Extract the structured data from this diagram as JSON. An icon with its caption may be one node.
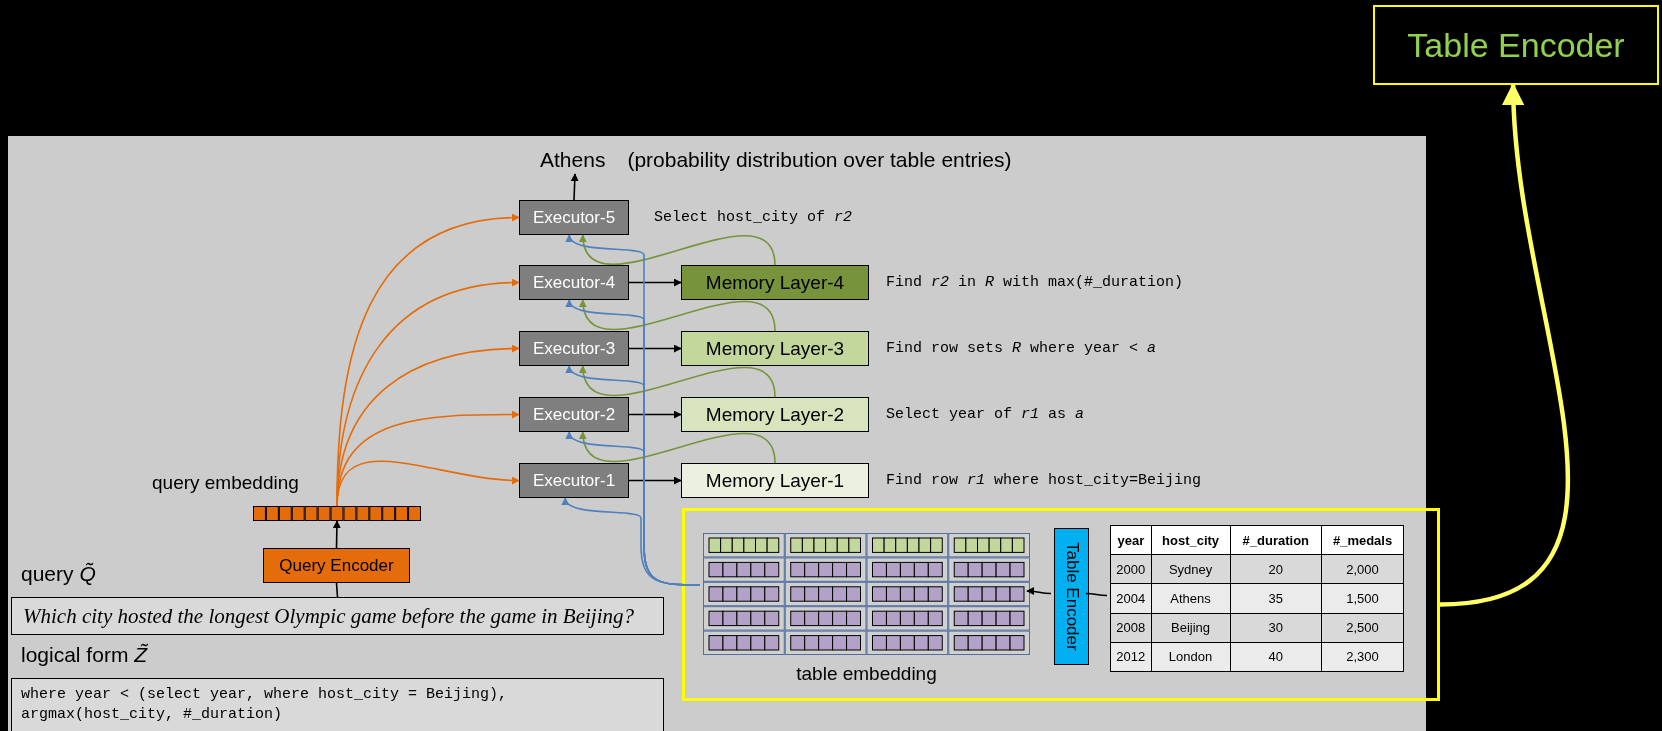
{
  "diagram": {
    "nodes": [
      {
        "text": [
          "Table Encoder"
        ]
      },
      {
        "text": [
          "Athens",
          "(probability distribution over table entries)"
        ]
      },
      {
        "text": [
          "Executor-5"
        ],
        "beside": [
          "Select host_city of *r2*"
        ]
      },
      {
        "text": [
          "Executor-4"
        ]
      },
      {
        "text": [
          "Memory Layer-4"
        ],
        "beside": [
          "Find *r2* in *R* with max(#_duration)"
        ]
      },
      {
        "text": [
          "Executor-3"
        ]
      },
      {
        "text": [
          "Memory Layer-3"
        ],
        "beside": [
          "Find row sets *R* where year < *a*"
        ]
      },
      {
        "text": [
          "Executor-2"
        ]
      },
      {
        "text": [
          "Memory Layer-2"
        ],
        "beside": [
          "Select year of *r1* as *a*"
        ]
      },
      {
        "text": [
          "query embedding"
        ]
      },
      {
        "text": [
          "Executor-1"
        ]
      },
      {
        "text": [
          "Memory Layer-1"
        ],
        "beside": [
          "Find row *r1* where host_city=Beijing"
        ]
      },
      {
        "text": [],
        "shape": "box"
      },
      {
        "text": [
          "table embedding"
        ],
        "in": 12
      },
      {
        "text": [
          "Table Encoder"
        ],
        "in": 12
      },
      {
        "text": [
          "year",
          "host_city",
          "#_duration",
          "#_medals",
          "2000",
          "Sydney",
          "20",
          "2,000",
          "2004",
          "Athens",
          "35",
          "1,500",
          "2008",
          "Beijing",
          "30",
          "2,500",
          "2012",
          "London",
          "40",
          "2,300"
        ],
        "in": 12
      },
      {
        "text": [
          "Query Encoder"
        ]
      },
      {
        "text": [
          "query *Q̃*",
          "Which city hosted the longest Olympic game before the game in Beijing?"
        ]
      },
      {
        "text": [
          "logical form *Z̃*",
          "where year < (select year, where host_city = Beijing), argmax(host_city, #_duration)"
        ]
      }
    ],
    "edges": [
      {
        "from": 2,
        "to": 1,
        "arrow": "to"
      },
      {
        "from": 9,
        "to": 2,
        "arrow": "to",
        "color": "#e46c0a"
      },
      {
        "from": 9,
        "to": 3,
        "arrow": "to",
        "color": "#e46c0a"
      },
      {
        "from": 9,
        "to": 5,
        "arrow": "to",
        "color": "#e46c0a"
      },
      {
        "from": 9,
        "to": 7,
        "arrow": "to",
        "color": "#e46c0a"
      },
      {
        "from": 9,
        "to": 10,
        "arrow": "to",
        "color": "#e46c0a"
      },
      {
        "from": 3,
        "to": 4,
        "arrow": "to"
      },
      {
        "from": 5,
        "to": 6,
        "arrow": "to"
      },
      {
        "from": 7,
        "to": 8,
        "arrow": "to"
      },
      {
        "from": 10,
        "to": 11,
        "arrow": "to"
      },
      {
        "from": 4,
        "to": 2,
        "arrow": "to",
        "color": "#77933c"
      },
      {
        "from": 6,
        "to": 3,
        "arrow": "to",
        "color": "#77933c"
      },
      {
        "from": 8,
        "to": 5,
        "arrow": "to",
        "color": "#77933c"
      },
      {
        "from": 11,
        "to": 7,
        "arrow": "to",
        "color": "#77933c"
      },
      {
        "from": 13,
        "to": 10,
        "arrow": "to",
        "color": "#4f81bd"
      },
      {
        "from": 13,
        "to": 7,
        "arrow": "to",
        "color": "#4f81bd"
      },
      {
        "from": 13,
        "to": 5,
        "arrow": "to",
        "color": "#4f81bd"
      },
      {
        "from": 13,
        "to": 3,
        "arrow": "to",
        "color": "#4f81bd"
      },
      {
        "from": 13,
        "to": 2,
        "arrow": "to",
        "color": "#4f81bd"
      },
      {
        "from": 16,
        "to": 9,
        "arrow": "to"
      },
      {
        "from": 17,
        "to": 16,
        "arrow": "none"
      },
      {
        "from": 15,
        "to": 14,
        "arrow": "none"
      },
      {
        "from": 14,
        "to": 13,
        "arrow": "to"
      },
      {
        "from": 12,
        "to": 0,
        "arrow": "to",
        "color": "#ffff66",
        "style": "thick"
      }
    ]
  }
}
